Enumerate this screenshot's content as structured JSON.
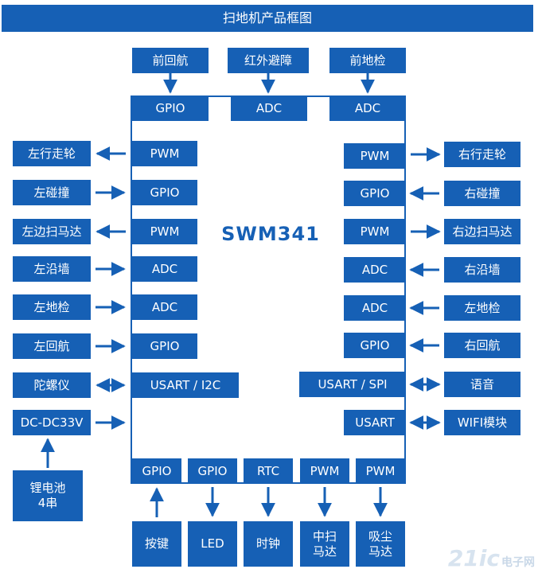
{
  "title": "扫地机产品框图",
  "chip": "SWM341",
  "top": {
    "sensors": [
      "前回航",
      "红外避障",
      "前地检"
    ],
    "ports": [
      "GPIO",
      "ADC",
      "ADC"
    ]
  },
  "left": {
    "devices": [
      "左行走轮",
      "左碰撞",
      "左边扫马达",
      "左沿墙",
      "左地检",
      "左回航",
      "陀螺仪",
      "DC-DC33V"
    ],
    "ports": [
      "PWM",
      "GPIO",
      "PWM",
      "ADC",
      "ADC",
      "GPIO",
      "USART / I2C"
    ],
    "battery": "锂电池\n4串"
  },
  "right": {
    "devices": [
      "右行走轮",
      "右碰撞",
      "右边扫马达",
      "右沿墙",
      "左地检",
      "右回航",
      "语音",
      "WIFI模块"
    ],
    "ports": [
      "PWM",
      "GPIO",
      "PWM",
      "ADC",
      "ADC",
      "GPIO",
      "USART / SPI",
      "USART"
    ]
  },
  "bottom": {
    "ports": [
      "GPIO",
      "GPIO",
      "RTC",
      "PWM",
      "PWM"
    ],
    "devices": [
      "按键",
      "LED",
      "时钟",
      "中扫\n马达",
      "吸尘\n马达"
    ]
  },
  "watermark": {
    "logo": "21ic",
    "text": "电子网"
  },
  "colors": {
    "block": "#1660b5",
    "arrow": "#1660b5",
    "background": "#ffffff"
  }
}
